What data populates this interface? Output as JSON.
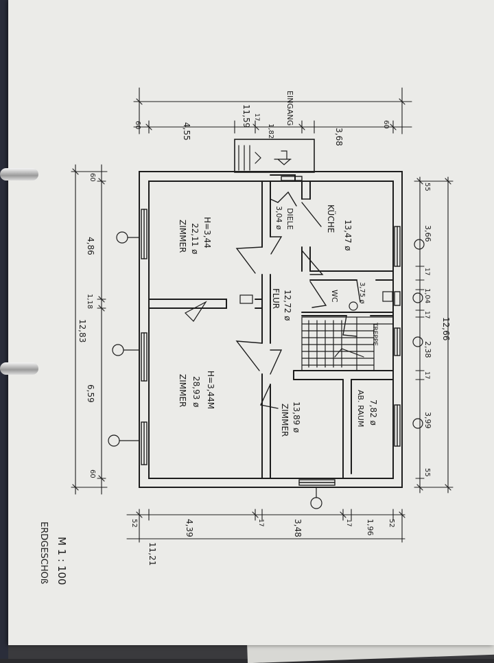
{
  "sheet": {
    "title": "ERDGESCHOß",
    "scale": "M 1 : 100"
  },
  "rooms": {
    "zimmer_top": {
      "name": "ZIMMER",
      "area": "22,11 ø",
      "height": "H=3,44"
    },
    "zimmer_middle": {
      "name": "ZIMMER",
      "area": "28,93 ø",
      "height": "H=3,44M"
    },
    "zimmer_bottom": {
      "name": "ZIMMER",
      "area": "13,89 ø"
    },
    "diele": {
      "name": "DIELE",
      "area": "3,04 ø"
    },
    "kueche": {
      "name": "KÜCHE",
      "area": "13,47 ø"
    },
    "flur": {
      "name": "FLUR",
      "area": "12,72 ø"
    },
    "wc": {
      "name": "WC",
      "area": "3,75 ø"
    },
    "abstellraum": {
      "name": "AB. RAUM",
      "area": "7,82 ø"
    },
    "treppe": {
      "name": "TREPPE"
    }
  },
  "entrance": {
    "label": "EINGANG"
  },
  "dimensions": {
    "left_total": "12,83",
    "left_segments": [
      "60",
      "6,59",
      "1,18",
      "4,86",
      "60"
    ],
    "right_total": "12,66",
    "right_segments": [
      "55",
      "3,99",
      "17",
      "2,38",
      "17",
      "1,04",
      "17",
      "3,66",
      "55"
    ],
    "top_total": "11,59",
    "top_segments": [
      "60",
      "4,55",
      "1,82",
      "17",
      "3,68",
      "60"
    ],
    "bottom_total": "11,21",
    "bottom_segments": [
      "52",
      "1,96",
      "17",
      "3,48",
      "17",
      "4,39",
      "52"
    ]
  }
}
